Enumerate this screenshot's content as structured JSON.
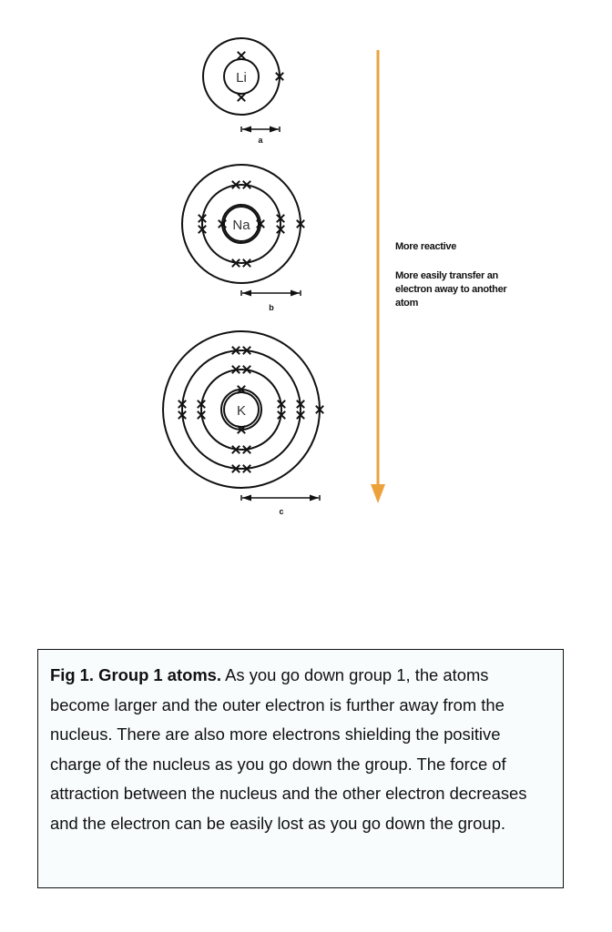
{
  "atoms": [
    {
      "symbol": "Li",
      "radius_label": "a"
    },
    {
      "symbol": "Na",
      "radius_label": "b"
    },
    {
      "symbol": "K",
      "radius_label": "c"
    }
  ],
  "arrow": {
    "color": "#eda13a",
    "label_primary": "More reactive",
    "label_secondary": "More easily transfer an electron away to another atom"
  },
  "caption": {
    "title": "Fig 1. Group 1 atoms.",
    "body": "As you go down group 1, the atoms become larger and the outer electron is further away from the nucleus. There are also more electrons shielding the positive charge of the nucleus as you go down the group. The force of attraction between the nucleus and the other electron decreases and the electron can be easily lost as you go down the group."
  }
}
